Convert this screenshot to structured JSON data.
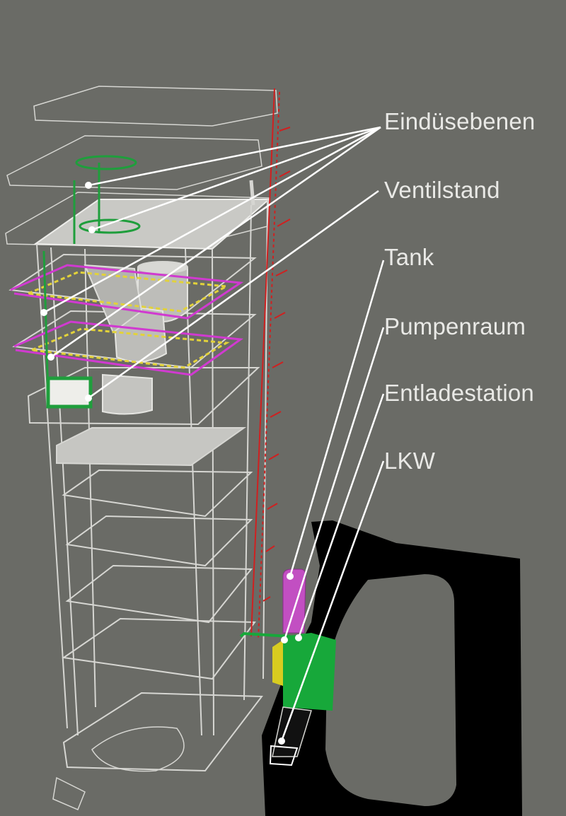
{
  "labels": {
    "injection_levels": "Eindüsebenen",
    "valve_stand": "Ventilstand",
    "tank": "Tank",
    "pump_room": "Pumpenraum",
    "unloading_station": "Entladestation",
    "truck": "LKW"
  },
  "colors": {
    "background": "#6a6b66",
    "wireframe": "#d6d6d2",
    "leader_line": "#ffffff",
    "truck_area": "#000000",
    "tank": "#c24fc2",
    "pump_room": "#17a83a",
    "piping_green": "#1f9e3c",
    "piping_magenta": "#d03ad0",
    "structure_red": "#d02020"
  }
}
